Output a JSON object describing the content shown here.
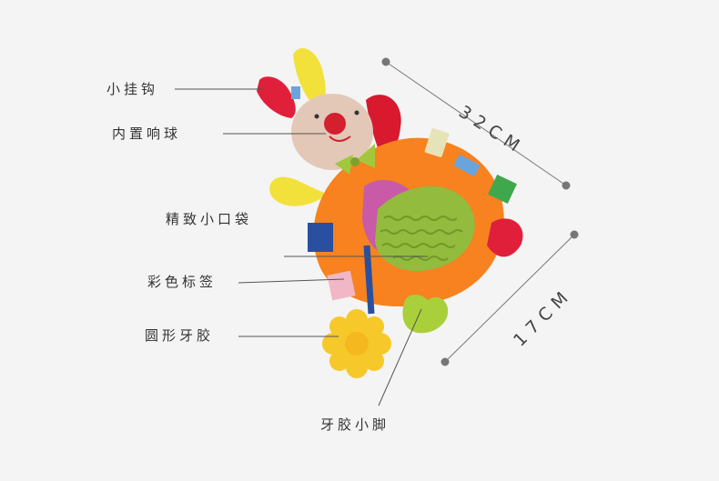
{
  "callouts": {
    "hook": "小挂钩",
    "rattle": "内置响球",
    "pocket": "精致小口袋",
    "tags": "彩色标签",
    "teether": "圆形牙胶",
    "feet": "牙胶小脚"
  },
  "dimensions": {
    "length": "32CM",
    "width": "17CM"
  },
  "colors": {
    "background": "#f4f4f4",
    "body_orange": "#f7821f",
    "ear_yellow": "#f2df3c",
    "ear_red": "#e0203a",
    "face": "#e3c8b8",
    "pocket_green": "#93bb3e",
    "pocket_pink": "#c85aa8",
    "foot_green": "#a9cf3a",
    "teether_yellow": "#f7c82a"
  }
}
